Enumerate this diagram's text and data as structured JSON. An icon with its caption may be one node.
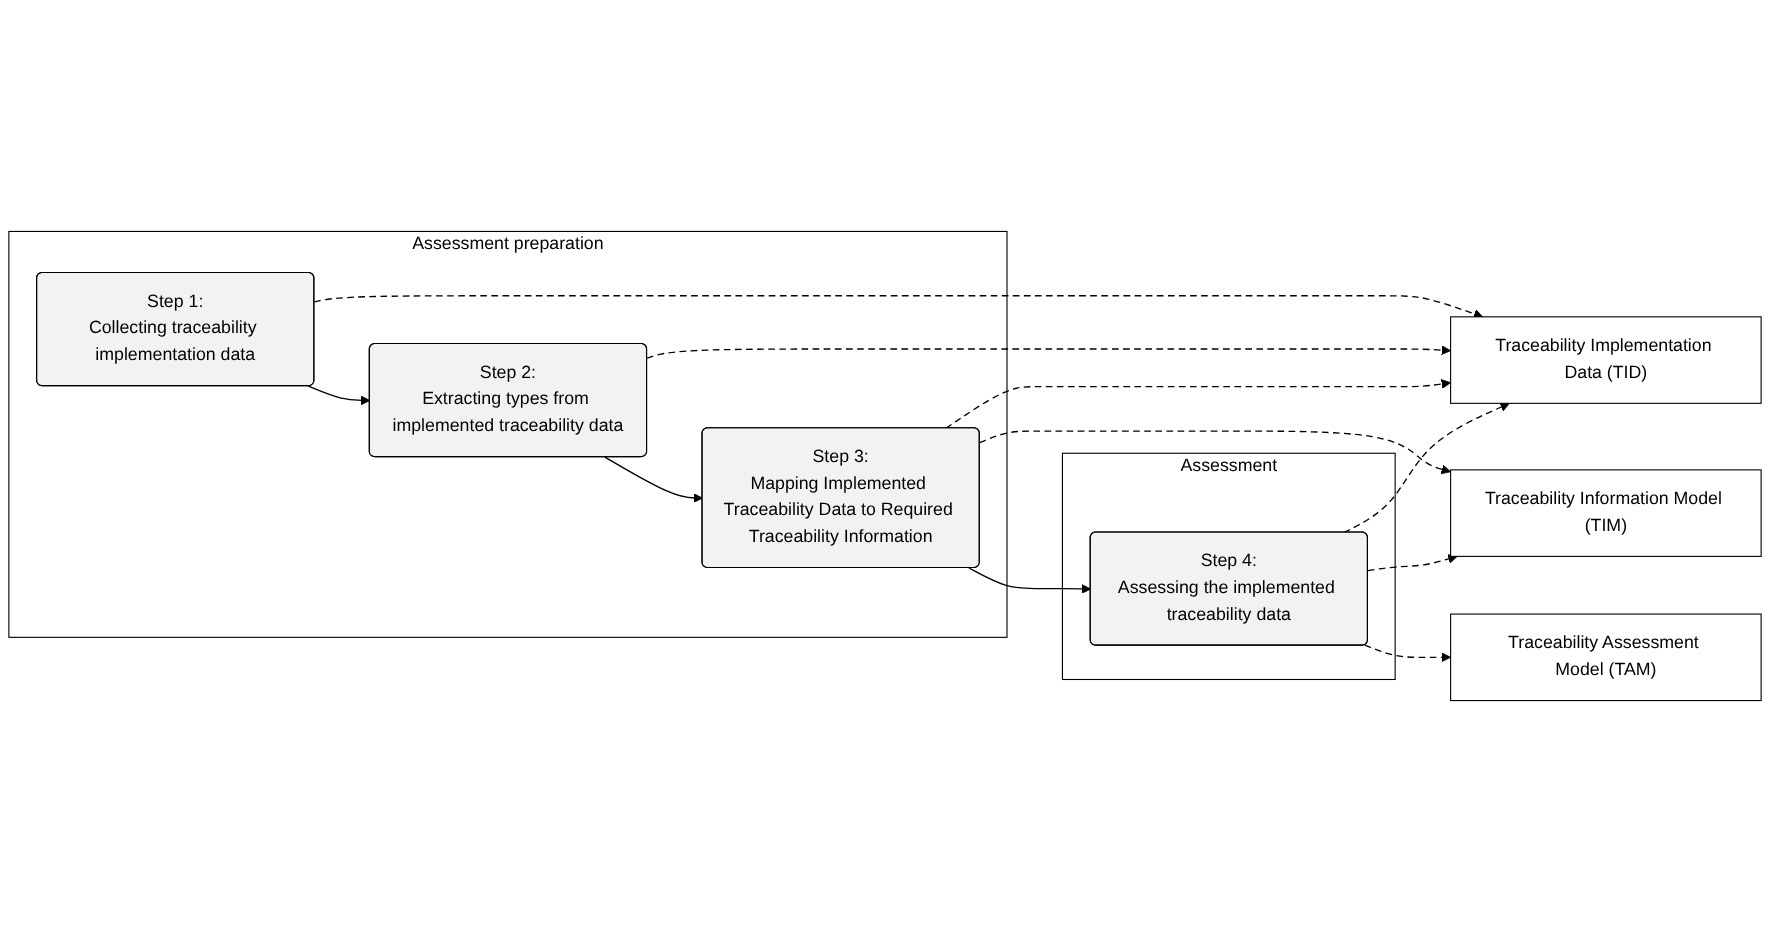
{
  "diagram": {
    "nodes": [
      {
        "text": [
          "Assessment preparation"
        ]
      },
      {
        "text": [
          "Step 1:",
          "Collecting traceability implementation data"
        ],
        "in": 0
      },
      {
        "text": [
          "Step 2:",
          "Extracting types from implemented traceability data"
        ],
        "in": 0
      },
      {
        "text": [
          "Step 3:",
          "Mapping Implemented Traceability Data to Required Traceability Information"
        ],
        "in": 0
      },
      {
        "text": [
          "Traceability Assessment Model (TAM)"
        ]
      },
      {
        "text": [
          "Traceability Implementation Data (TID)"
        ]
      },
      {
        "text": [
          "Traceability Information Model (TIM)"
        ]
      },
      {
        "text": [
          "Assessment"
        ]
      },
      {
        "text": [
          "Step 4:",
          "Assessing the implemented traceability data"
        ],
        "in": 7
      }
    ],
    "edges": [
      {
        "from": 1,
        "to": 2,
        "arrow": "to"
      },
      {
        "from": 2,
        "to": 3,
        "arrow": "to"
      },
      {
        "from": 1,
        "to": 5,
        "arrow": "to",
        "style": "dashed"
      },
      {
        "from": 2,
        "to": 5,
        "arrow": "to",
        "style": "dashed"
      },
      {
        "from": 3,
        "to": 5,
        "arrow": "to",
        "style": "dashed"
      },
      {
        "from": 3,
        "to": 6,
        "arrow": "to",
        "style": "dashed"
      },
      {
        "from": 8,
        "to": 4,
        "arrow": "to",
        "style": "dashed"
      },
      {
        "from": 8,
        "to": 5,
        "arrow": "to",
        "style": "dashed"
      },
      {
        "from": 8,
        "to": 6,
        "arrow": "to",
        "style": "dashed"
      },
      {
        "from": 3,
        "to": 8,
        "arrow": "to"
      }
    ]
  }
}
